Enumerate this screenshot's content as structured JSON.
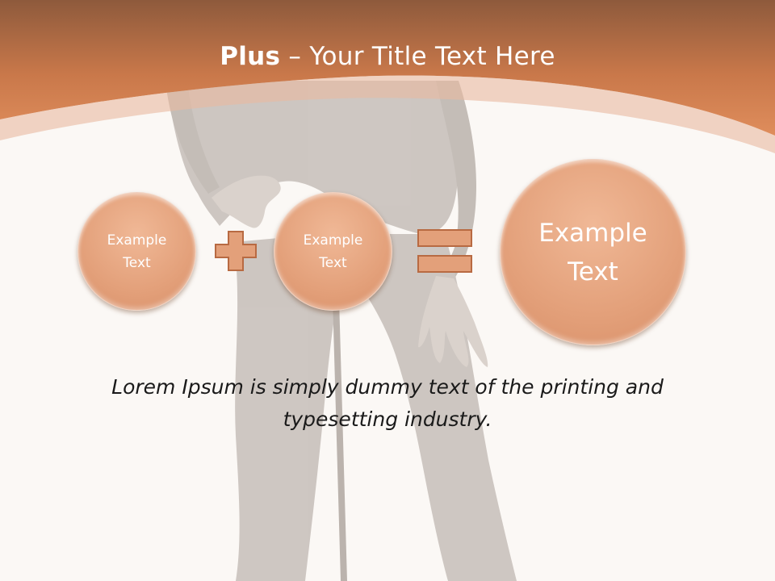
{
  "slide": {
    "title_bold": "Plus",
    "title_rest": " – Your Title Text Here",
    "circles": [
      {
        "label": "Example\nText"
      },
      {
        "label": "Example\nText"
      },
      {
        "label": "Example\nText"
      }
    ],
    "operators": [
      "plus-icon",
      "equals-icon"
    ],
    "body_text": "Lorem Ipsum is simply dummy text of the printing and typesetting industry."
  },
  "colors": {
    "accent": "#d98a5a",
    "header_top": "#8e5a3c",
    "circle_fill": "#e3a07a",
    "operator_fill": "#e0a07a",
    "operator_stroke": "#b86a42",
    "background": "#fbf8f5",
    "silhouette": "#cfc8c3"
  }
}
